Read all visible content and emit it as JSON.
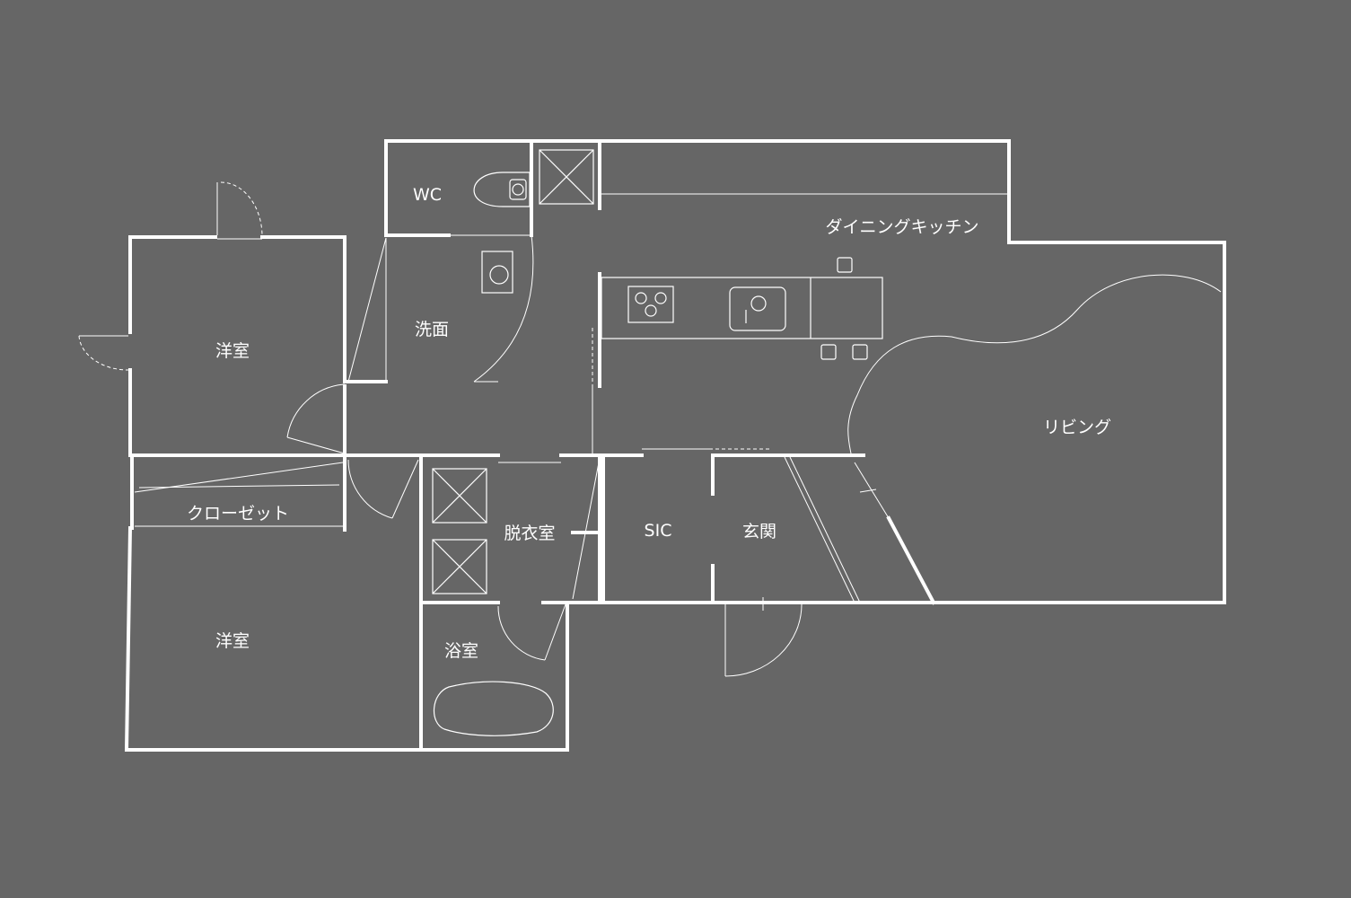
{
  "plan": {
    "background_color": "#666666",
    "line_color": "#ffffff",
    "rooms": {
      "wc": "WC",
      "washroom": "洗面",
      "dining_kitchen": "ダイニングキッチン",
      "living": "リビング",
      "western_room_upper": "洋室",
      "closet": "クローゼット",
      "western_room_lower": "洋室",
      "dressing_room": "脱衣室",
      "sic": "SIC",
      "entrance": "玄関",
      "bathroom": "浴室"
    }
  }
}
